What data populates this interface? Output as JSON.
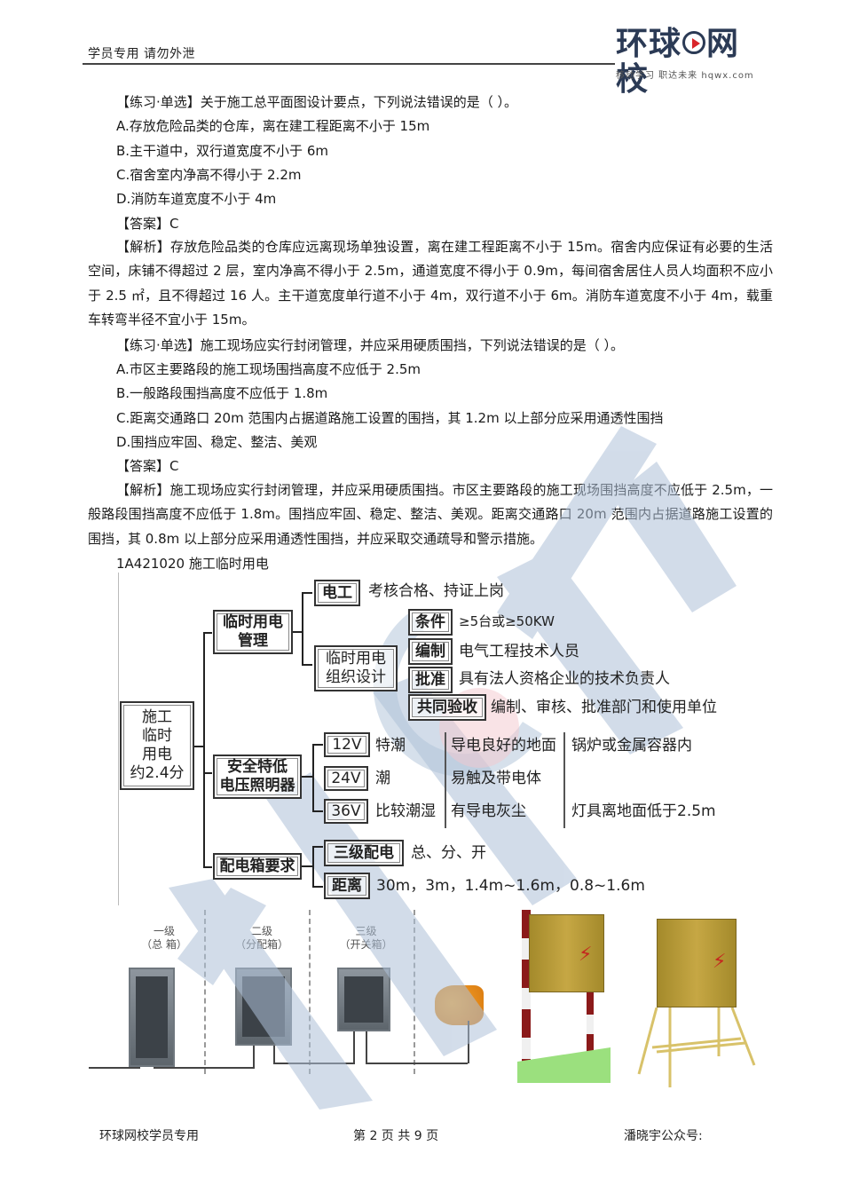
{
  "header": {
    "left_text": "学员专用 请勿外泄",
    "logo": {
      "main": [
        "环球",
        "网校"
      ],
      "tagline": "移动学习 职达未来  hqwx.com",
      "accent": "#d9252a",
      "brand": "#2b3a55"
    }
  },
  "q1": {
    "stem": "【练习·单选】关于施工总平面图设计要点，下列说法错误的是（    ）。",
    "options": [
      "A.存放危险品类的仓库，离在建工程距离不小于 15m",
      "B.主干道中，双行道宽度不小于 6m",
      "C.宿舍室内净高不得小于 2.2m",
      "D.消防车道宽度不小于 4m"
    ],
    "answer": "【答案】C",
    "analysis": "【解析】存放危险品类的仓库应远离现场单独设置，离在建工程距离不小于 15m。宿舍内应保证有必要的生活空间，床铺不得超过 2 层，室内净高不得小于 2.5m，通道宽度不得小于 0.9m，每间宿舍居住人员人均面积不应小于 2.5 ㎡，且不得超过 16 人。主干道宽度单行道不小于 4m，双行道不小于 6m。消防车道宽度不小于 4m，载重车转弯半径不宜小于 15m。"
  },
  "q2": {
    "stem": "【练习·单选】施工现场应实行封闭管理，并应采用硬质围挡，下列说法错误的是（    ）。",
    "options": [
      "A.市区主要路段的施工现场围挡高度不应低于 2.5m",
      "B.一般路段围挡高度不应低于 1.8m",
      "C.距离交通路口 20m 范围内占据道路施工设置的围挡，其 1.2m 以上部分应采用通透性围挡",
      "D.围挡应牢固、稳定、整洁、美观"
    ],
    "answer": "【答案】C",
    "analysis": "【解析】施工现场应实行封闭管理，并应采用硬质围挡。市区主要路段的施工现场围挡高度不应低于 2.5m，一般路段围挡高度不应低于 1.8m。围挡应牢固、稳定、整洁、美观。距离交通路口 20m 范围内占据道路施工设置的围挡，其 0.8m 以上部分应采用通透性围挡，并应采取交通疏导和警示措施。"
  },
  "section_title": "1A421020  施工临时用电",
  "mindmap": {
    "root": [
      "施工",
      "临时",
      "用电",
      "约2.4分"
    ],
    "branch1": {
      "label": [
        "临时用电",
        "管理"
      ],
      "electrician": {
        "tag": "电工",
        "text": "考核合格、持证上岗"
      },
      "design": {
        "label": [
          "临时用电",
          "组织设计"
        ],
        "rows": [
          {
            "tag": "条件",
            "text": "≥5台或≥50KW"
          },
          {
            "tag": "编制",
            "text": "电气工程技术人员"
          },
          {
            "tag": "批准",
            "text": "具有法人资格企业的技术负责人"
          },
          {
            "tag": "共同验收",
            "text": "编制、审核、批准部门和使用单位"
          }
        ]
      }
    },
    "branch2": {
      "label": [
        "安全特低",
        "电压照明器"
      ],
      "rows": [
        {
          "tag": "12V",
          "cond": "特潮",
          "col2": "导电良好的地面",
          "col3": "锅炉或金属容器内"
        },
        {
          "tag": "24V",
          "cond": "潮",
          "col2": "易触及带电体",
          "col3": ""
        },
        {
          "tag": "36V",
          "cond": "比较潮湿",
          "col2": "有导电灰尘",
          "col3": "灯具离地面低于2.5m"
        }
      ]
    },
    "branch3": {
      "label": "配电箱要求",
      "rows": [
        {
          "tag": "三级配电",
          "text": "总、分、开"
        },
        {
          "tag": "距离",
          "text": "30m，3m，1.4m~1.6m，0.8~1.6m"
        }
      ]
    }
  },
  "figure": {
    "levels": [
      {
        "l1": "一级",
        "l2": "（总 箱）"
      },
      {
        "l1": "二级",
        "l2": "（分配箱）"
      },
      {
        "l1": "三级",
        "l2": "（开关箱）"
      }
    ]
  },
  "footer": {
    "left": "环球网校学员专用",
    "center": "第 2 页 共 9 页",
    "right": "潘晓宇公众号:"
  }
}
